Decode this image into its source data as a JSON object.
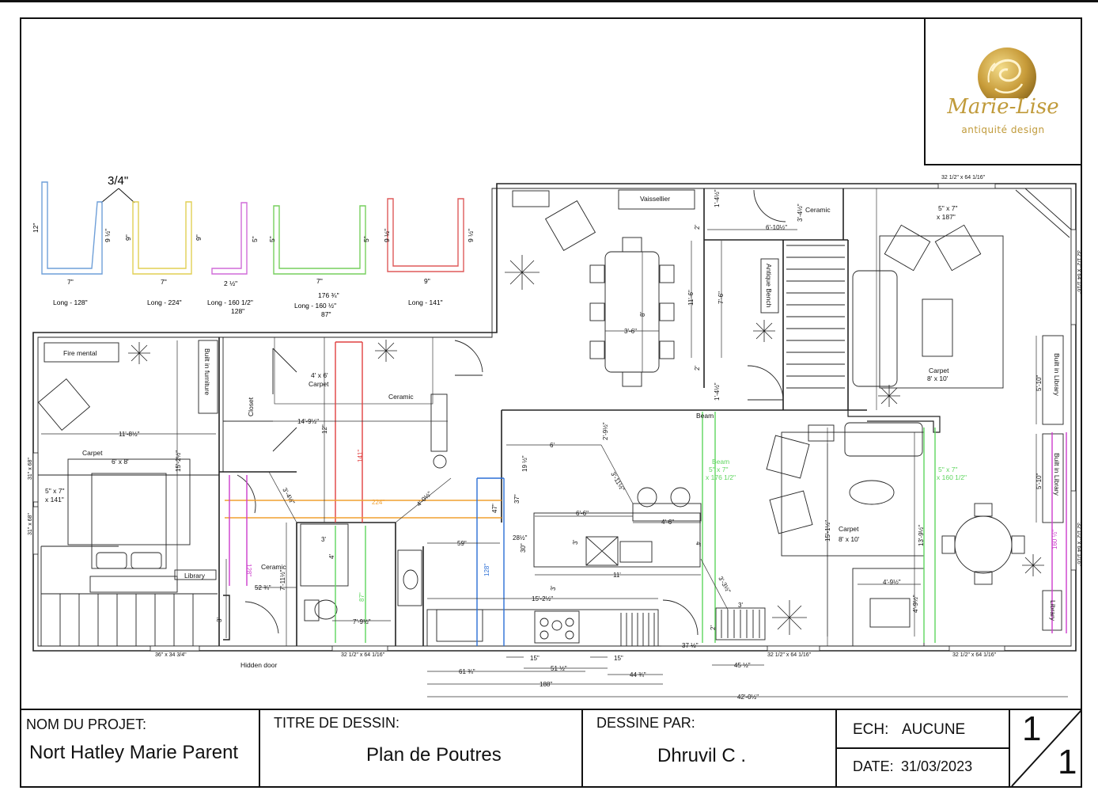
{
  "logo": {
    "name": "Marie-Lise",
    "tagline": "antiquité design"
  },
  "profiles": {
    "heading": "3/4\"",
    "items": [
      {
        "color": "#6f9fd8",
        "left": "12\"",
        "bottom": "7\"",
        "right": "9 ½\"",
        "caption": "Long - 128\""
      },
      {
        "color": "#e2cf54",
        "left": "9\"",
        "bottom": "7\"",
        "right": "9\"",
        "caption": "Long - 224\""
      },
      {
        "color": "#d06cd8",
        "left": "",
        "bottom": "2 ½\"",
        "right": "5\"",
        "caption": "Long - 160 1/2\"",
        "caption2": "128\""
      },
      {
        "color": "#77cf5e",
        "left": "5\"",
        "bottom": "7\"",
        "right": "5\"",
        "caption_top": "176 ¾\"",
        "caption": "Long - 160 ½\"",
        "caption2": "87\""
      },
      {
        "color": "#df5a5a",
        "left": "9 ½\"",
        "bottom": "9\"",
        "right": "9 ½\"",
        "caption": "Long - 141\""
      }
    ]
  },
  "rooms": {
    "fire_mental": "Fire mental",
    "built_in_furniture": "Built in furniture",
    "closet": "Closet",
    "carpet_small": "4' x 6'",
    "carpet_word": "Carpet",
    "ceramic": "Ceramic",
    "carpet_bed": "Carpet",
    "carpet_bed_size": "6' x 8'",
    "library": "Library",
    "hidden_door": "Hidden door",
    "vaissellier": "Vaissellier",
    "antique_bench": "Antique Bench",
    "ceramic_entry": "Ceramic",
    "carpet_living": "Carpet",
    "carpet_living_size": "8' x 10'",
    "carpet_mid": "Carpet",
    "carpet_mid_size": "8' x 10'",
    "built_in_library_1": "Built in Library",
    "built_in_library_2": "Built in Library",
    "library_right": "Library",
    "beam_label": "Beam",
    "beam_green": "Beam",
    "beam_green_size": "5\" x 7\"",
    "beam_green_len": "x 176 1/2\"",
    "beam_right_size": "5\" x 7\"",
    "beam_right_len": "x 160 1/2\"",
    "beam_top_size": "5\" x 7\"",
    "beam_top_len": "x 187\"",
    "beam_left_size": "5\" x 7\"",
    "beam_left_len": "x 141\""
  },
  "dimensions": {
    "d_11_8": "11'-8½\"",
    "d_15_2": "15'-2½\"",
    "d_14_9": "14'-9½\"",
    "d_12": "12\"",
    "d_141": "141\"",
    "d_224": "224\"",
    "d_128_mag": "128\"",
    "d_128_blue": "128\"",
    "d_87": "87\"",
    "d_3_4": "3'-4½\"",
    "d_4_0": "4'-0½\"",
    "d_52": "52 ¾\"",
    "d_7_11": "7'-11½\"",
    "d_3_top": "3'",
    "d_4": "4'",
    "d_7_9": "7'-9½\"",
    "d_3_bath": "3'",
    "d_59": "59\"",
    "d_28": "28½\"",
    "d_30": "30\"",
    "d_47": "47\"",
    "d_37": "37\"",
    "d_19": "19 ½\"",
    "d_6": "6'",
    "d_2_9": "2'-9½\"",
    "d_3_11": "3'-11½\"",
    "d_6_6": "6'-6\"",
    "d_4_6": "4'-6\"",
    "d_3_island": "3'",
    "d_4_island": "4'",
    "d_11": "11'",
    "d_3_counter": "3'",
    "d_15_2b": "15'-2½\"",
    "d_3_3": "3'-3½\"",
    "d_3_fire": "3'",
    "d_2": "2'",
    "d_3_6": "3'-6\"",
    "d_8": "8'",
    "d_11_6": "11'-6\"",
    "d_7_6": "7'-6\"",
    "d_1_4a": "1'-4½\"",
    "d_2a": "2'",
    "d_2b": "2'",
    "d_1_4b": "1'-4½\"",
    "d_6_10": "6'-10½\"",
    "d_3_4b": "3'-4½\"",
    "d_15_1": "15'-1½\"",
    "d_13_9": "13'-9½\"",
    "d_4_9a": "4'-9½\"",
    "d_4_9b": "4'-9½\"",
    "d_5_10a": "5'-10\"",
    "d_5_10b": "5'-10\"",
    "d_160": "160 ½\"",
    "d_36": "36\" x 34 3/4\"",
    "d_32_a": "32 1/2\" x 64 1/16\"",
    "d_32_b": "32 1/2\" x 64 1/16\"",
    "d_32_c": "32 1/2\" x 64 1/16\"",
    "d_32_top": "32 1/2\" x 64 1/16\"",
    "d_32_r1": "32 1/2\" x 64 1/16\"",
    "d_32_r2": "32 1/2\" x 64 1/16\"",
    "d_31_a": "31\" x 68\"",
    "d_31_b": "31\" x 68\"",
    "d_15a": "15\"",
    "d_15b": "15\"",
    "d_61": "61 ¾\"",
    "d_51": "51 ½\"",
    "d_44": "44 ¾\"",
    "d_188": "188\"",
    "d_37b": "37 ½\"",
    "d_45": "45 ½\"",
    "d_42": "42'-0½\""
  },
  "title_block": {
    "project_label": "NOM DU PROJET:",
    "project_value": "Nort Hatley Marie Parent",
    "title_label": "TITRE DE DESSIN:",
    "title_value": "Plan de Poutres",
    "drawn_label": "DESSINE PAR:",
    "drawn_value": "Dhruvil C .",
    "scale_label": "ECH:",
    "scale_value": "AUCUNE",
    "date_label": "DATE:",
    "date_value": "31/03/2023",
    "sheet_num": "1",
    "sheet_total": "1"
  },
  "colors": {
    "wall": "#222222",
    "blue": "#2b6fd6",
    "orange": "#f0a030",
    "red": "#e04040",
    "green": "#5ed65e",
    "magenta": "#cc3dcc",
    "gold": "#c09a3a"
  }
}
